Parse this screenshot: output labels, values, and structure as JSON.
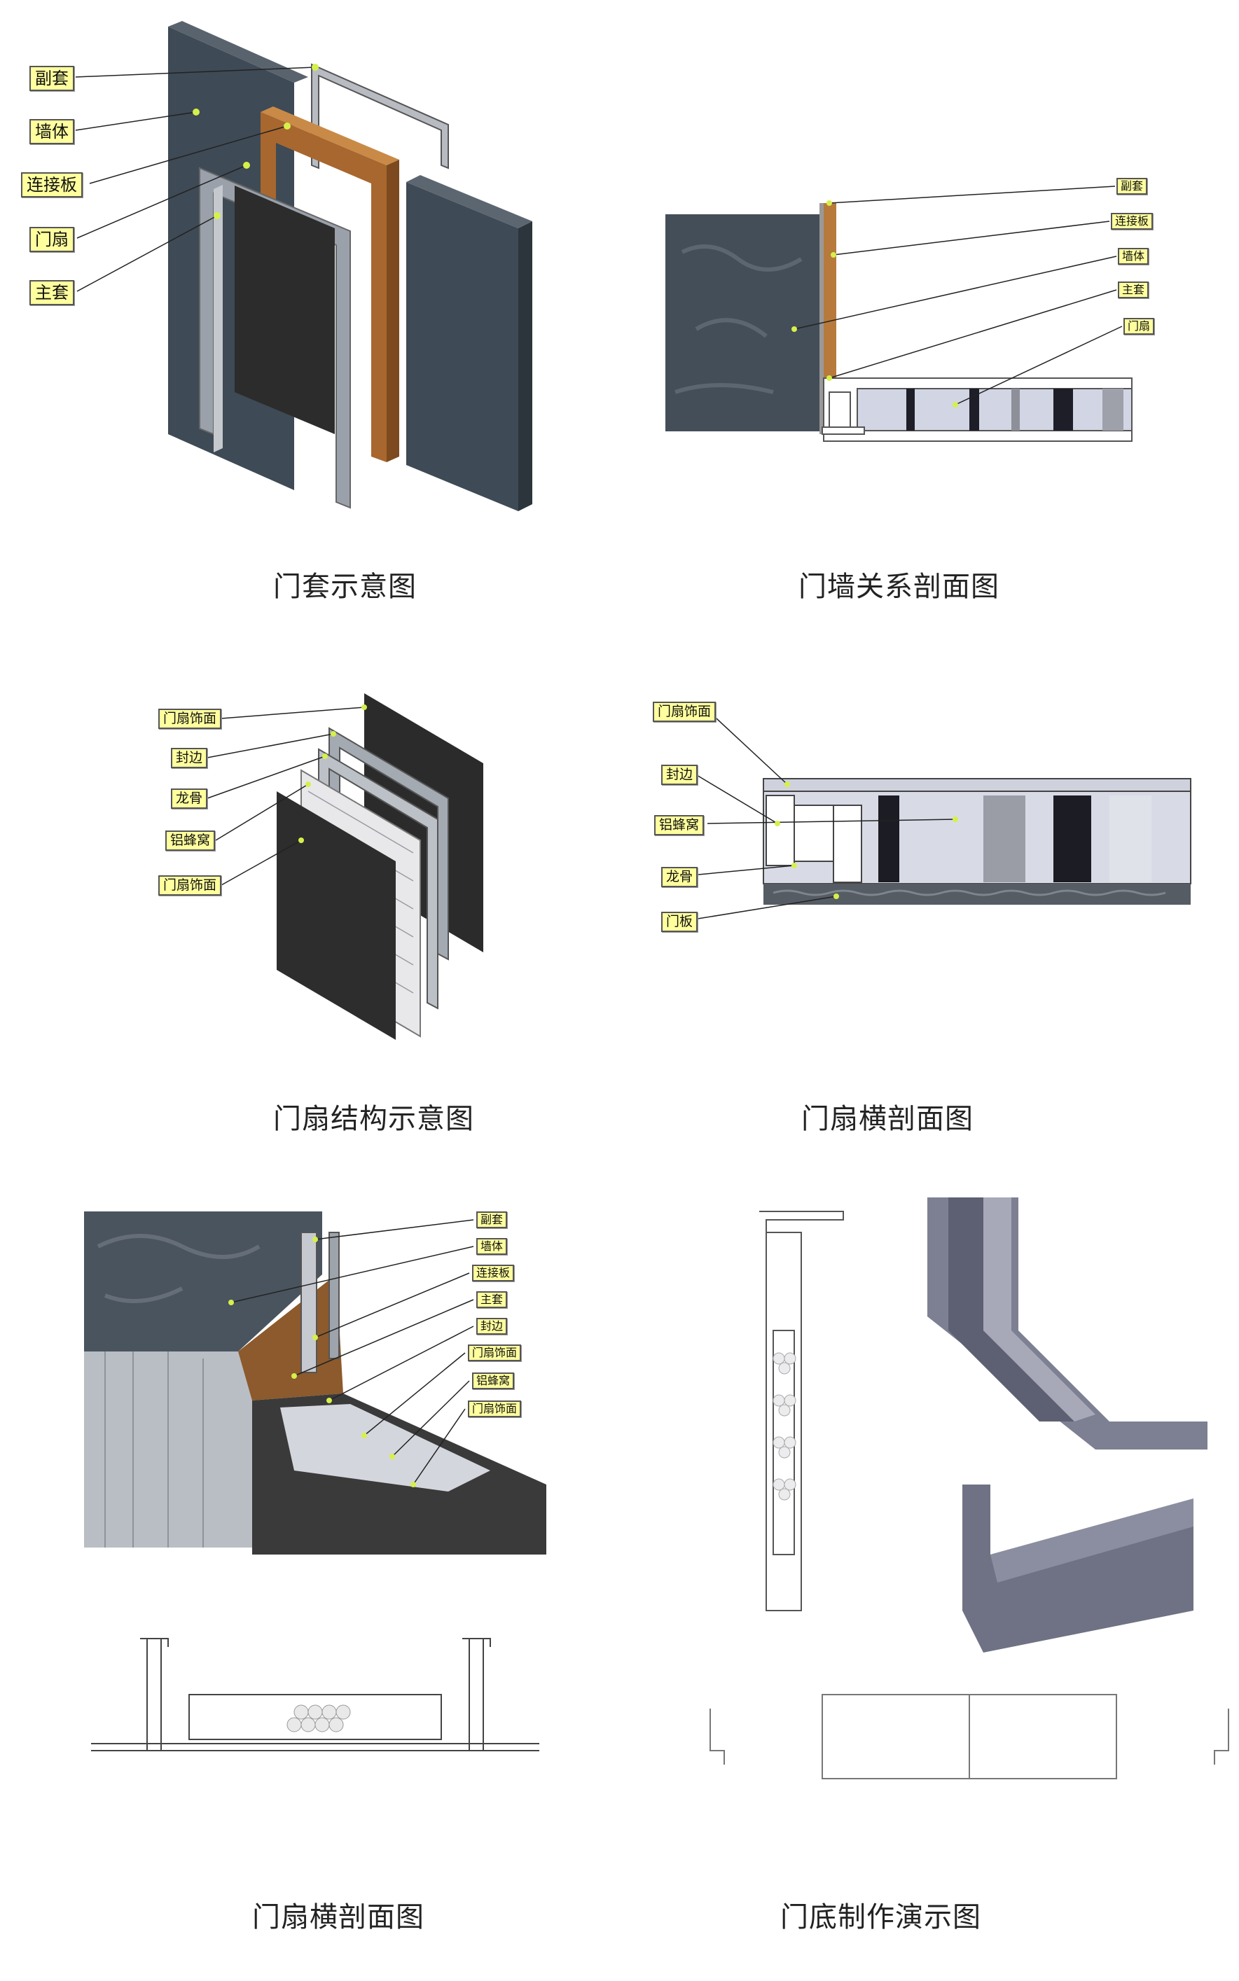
{
  "panels": [
    {
      "caption": "门套示意图",
      "labels": [
        "副套",
        "墙体",
        "连接板",
        "门扇",
        "主套"
      ]
    },
    {
      "caption": "门墙关系剖面图",
      "labels": [
        "副套",
        "连接板",
        "墙体",
        "主套",
        "门扇"
      ]
    },
    {
      "caption": "门扇结构示意图",
      "labels": [
        "门扇饰面",
        "封边",
        "龙骨",
        "铝蜂窝",
        "门扇饰面"
      ]
    },
    {
      "caption": "门扇横剖面图",
      "labels": [
        "门扇饰面",
        "封边",
        "铝蜂窝",
        "龙骨",
        "门板"
      ]
    },
    {
      "caption": "门扇横剖面图",
      "labels": [
        "副套",
        "墙体",
        "连接板",
        "主套",
        "封边",
        "门扇饰面",
        "铝蜂窝",
        "门扇饰面"
      ]
    },
    {
      "caption": "门底制作演示图",
      "labels": []
    }
  ],
  "colors": {
    "stone": "#3d4853",
    "wood": "#a0602a",
    "metal": "#9aa1ab",
    "panel_dark": "#2b2b2b",
    "label_bg": "#ffff9e",
    "section_fill": "#c9ccdc"
  }
}
